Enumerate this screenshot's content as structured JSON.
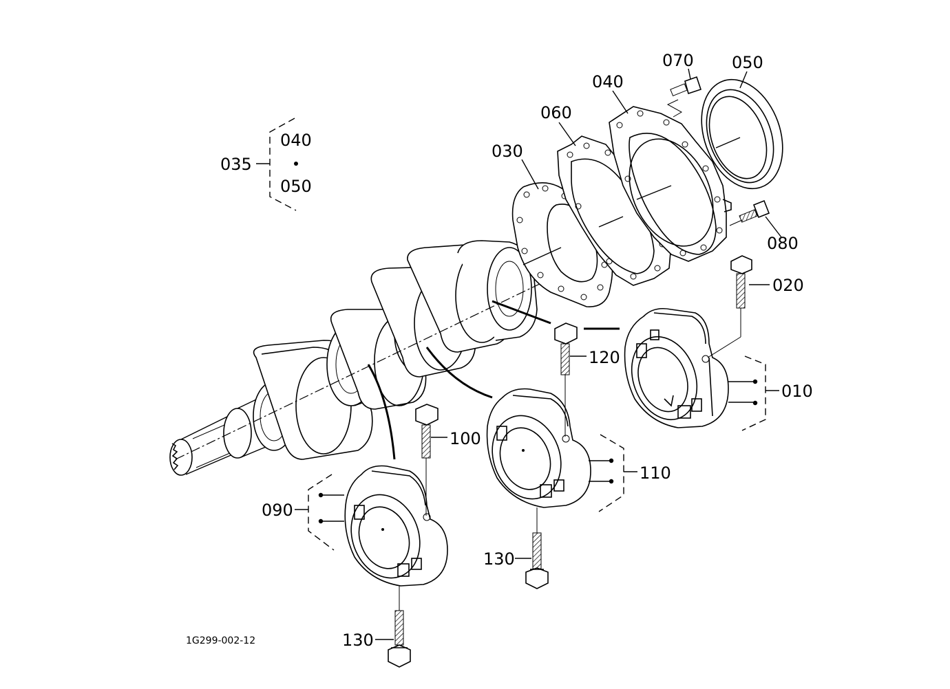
{
  "diagram_code": "1G299-002-12",
  "labels": {
    "l010": "010",
    "l020": "020",
    "l030": "030",
    "l035": "035",
    "l035_040": "040",
    "l035_050": "050",
    "l040": "040",
    "l050": "050",
    "l060": "060",
    "l070": "070",
    "l080": "080",
    "l090": "090",
    "l100": "100",
    "l110": "110",
    "l120": "120",
    "l130a": "130",
    "l130b": "130"
  }
}
